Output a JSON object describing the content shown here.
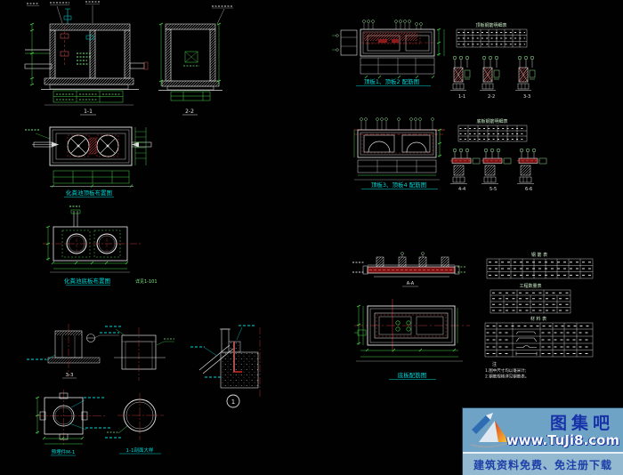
{
  "colors": {
    "background": "#010101",
    "line_white": "#dcdcdc",
    "line_green": "#46d146",
    "line_red": "#c03434",
    "slab_red": "#7a1414",
    "caption_cyan": "#00d8d8",
    "watermark_bg": "#6fa3c6",
    "watermark_navy": "#1732a8"
  },
  "sheet": {
    "sections_tl": {
      "label_a": "1-1",
      "label_b": "2-2"
    },
    "plan_top_mid": {
      "caption": "顶板1、顶板2 配筋图"
    },
    "group_right_1": {
      "title": "顶板钢筋明细表",
      "labels": [
        "1-1",
        "2-2",
        "3-3"
      ]
    },
    "group_right_2": {
      "title": "底板钢筋明细表",
      "labels": [
        "4-4",
        "5-5",
        "6-6"
      ]
    },
    "plan_mid_left": {
      "caption": "化粪池顶板布置图"
    },
    "plan_row2_mid": {
      "caption": "顶板3、顶板4 配筋图"
    },
    "plan_left_3": {
      "caption": "化粪池底板布置图",
      "note": "详见1-101"
    },
    "slab_section": {
      "caption": "A-A"
    },
    "tables": {
      "t1_title": "钢 筋 表",
      "t2_title": "工程数量表",
      "t3_title": "材 料 表",
      "note_head": "注",
      "note_1": "1.图中尺寸均以毫米计;",
      "note_2": "2.钢筋规格详见钢筋表。"
    },
    "plan_bottom_mid": {
      "caption": "底板配筋图"
    },
    "details_bl": {
      "section_label": "3-3",
      "bubble": "1",
      "flange_caption": "预埋件M-1",
      "pipe_caption": "1-1剖面大样"
    }
  },
  "watermark": {
    "logo_icon": "pencil-sail-logo",
    "title": "图集吧",
    "url": "www.TuJi8.com",
    "tagline": "建筑资料免费、免注册下载"
  }
}
